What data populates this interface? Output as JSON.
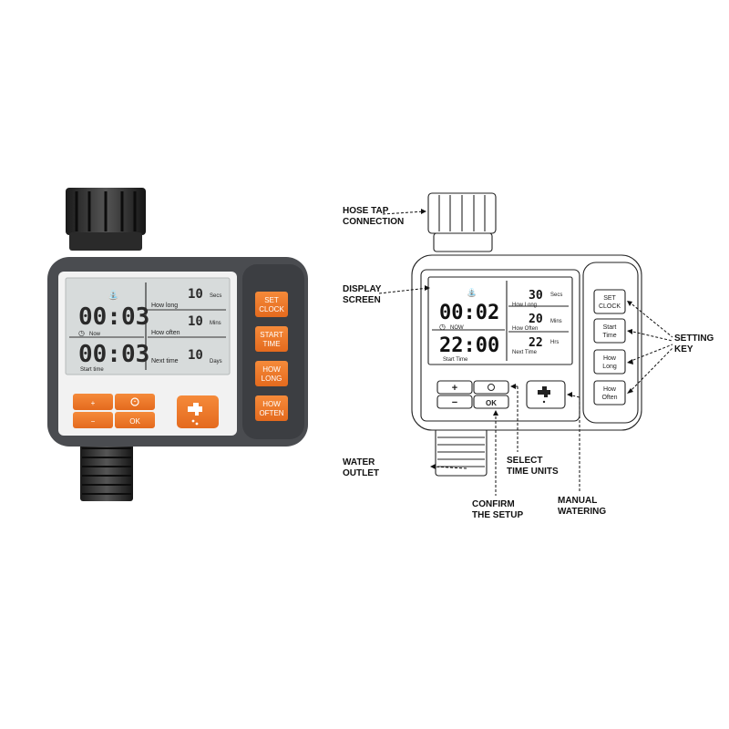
{
  "colors": {
    "accent": "#f07a2c",
    "body": "#4a4c50",
    "lcd": "#d9dcdc",
    "ink": "#2a2a2a"
  },
  "photo": {
    "display": {
      "main_top": "00:03",
      "main_bottom": "00:03",
      "now": "Now",
      "start_time": "Start time",
      "rows": [
        {
          "label": "How long",
          "value": "10",
          "unit": "Secs"
        },
        {
          "label": "How often",
          "value": "10",
          "unit": "Mins"
        },
        {
          "label": "Next time",
          "value": "10",
          "unit": "Days"
        }
      ]
    },
    "keys": {
      "set_clock": [
        "SET",
        "CLOCK"
      ],
      "start_time": [
        "START",
        "TIME"
      ],
      "how_long": [
        "HOW",
        "LONG"
      ],
      "how_often": [
        "HOW",
        "OFTEN"
      ]
    },
    "pad": {
      "plus": "+",
      "minus": "−",
      "ok": "OK"
    }
  },
  "drawing": {
    "display": {
      "main_top": "00:02",
      "main_bottom": "22:00",
      "now": "NOW",
      "start_time": "Start Time",
      "rows": [
        {
          "label": "How Long",
          "value": "30",
          "unit": "Secs"
        },
        {
          "label": "How Often",
          "value": "20",
          "unit": "Mins"
        },
        {
          "label": "Next Time",
          "value": "22",
          "unit": "Hrs"
        }
      ]
    },
    "keys": {
      "set_clock": [
        "SET",
        "CLOCK"
      ],
      "start_time": [
        "Start",
        "Time"
      ],
      "how_long": [
        "How",
        "Long"
      ],
      "how_often": [
        "How",
        "Often"
      ]
    },
    "pad": {
      "plus": "+",
      "minus": "−",
      "ok": "OK"
    }
  },
  "callouts": {
    "hose_tap": [
      "HOSE TAP",
      "CONNECTION"
    ],
    "display_screen": [
      "DISPLAY",
      "SCREEN"
    ],
    "setting_key": [
      "SETTING",
      "KEY"
    ],
    "water_outlet": [
      "WATER",
      "OUTLET"
    ],
    "select_time_units": [
      "SELECT",
      "TIME UNITS"
    ],
    "confirm_setup": [
      "CONFIRM",
      "THE SETUP"
    ],
    "manual_watering": [
      "MANUAL",
      "WATERING"
    ]
  }
}
